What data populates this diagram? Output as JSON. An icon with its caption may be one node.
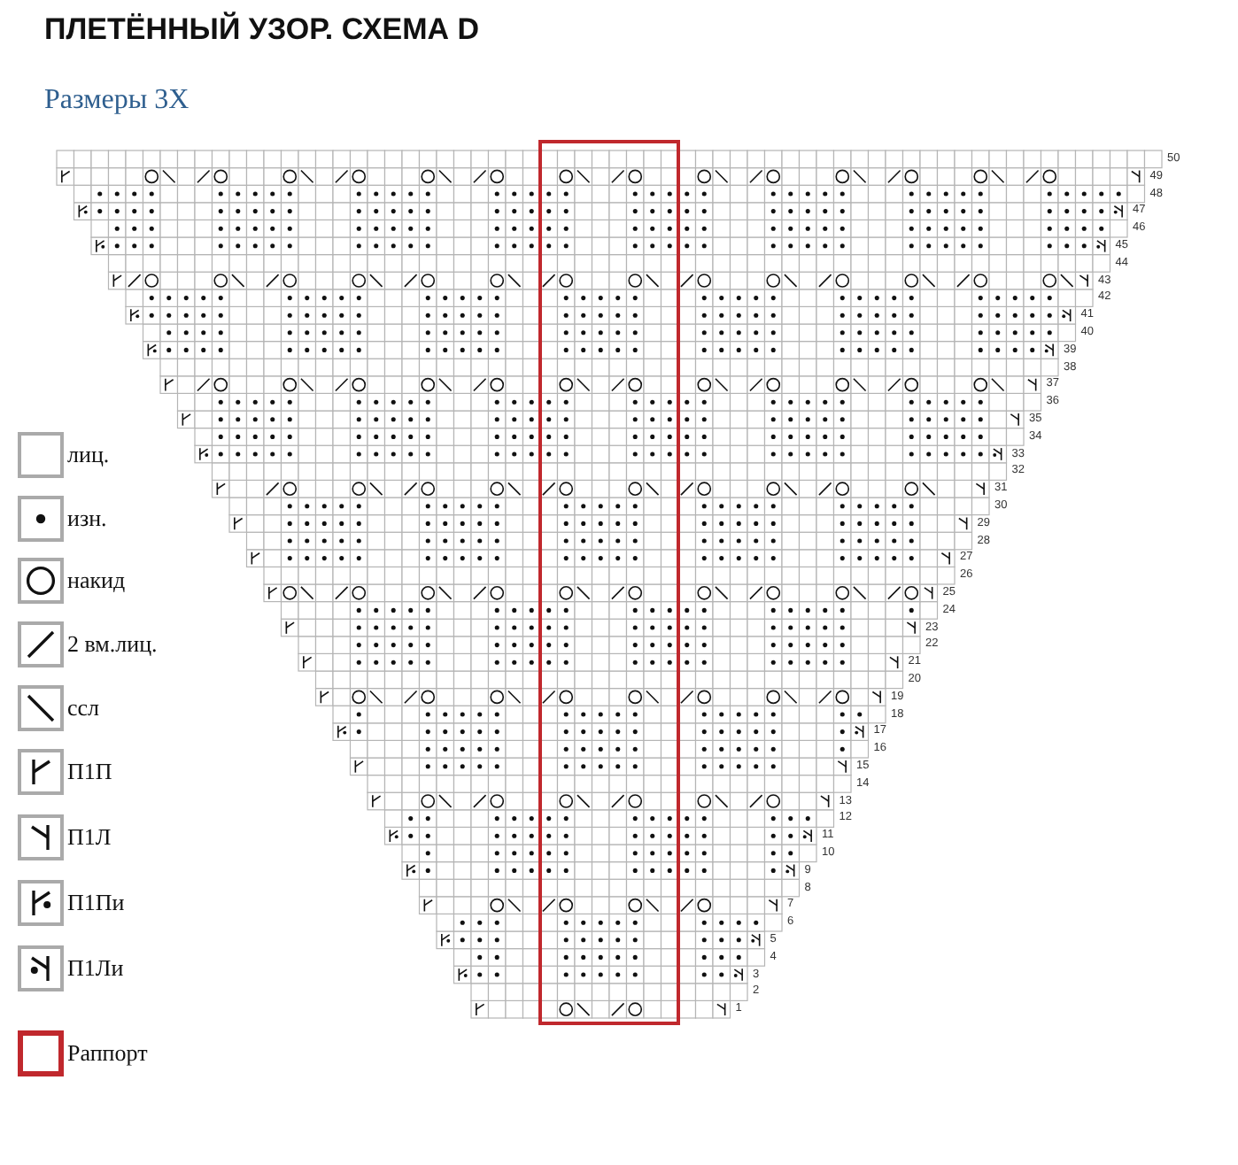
{
  "diagram": {
    "title": "ПЛЕТЁННЫЙ УЗОР. СХЕМА D",
    "labels": [
      "Размеры 3X",
      "50",
      "49",
      "48",
      "47",
      "46",
      "45",
      "44",
      "43",
      "42",
      "41",
      "40",
      "39",
      "38",
      "37",
      "36",
      "35",
      "34",
      "33",
      "32",
      "31",
      "30",
      "29",
      "28",
      "27",
      "26",
      "25",
      "24",
      "23",
      "22",
      "21",
      "20",
      "19",
      "18",
      "17",
      "16",
      "15",
      "14",
      "13",
      "12",
      "11",
      "10",
      "9",
      "8",
      "7",
      "6",
      "5",
      "4",
      "3",
      "2",
      "1"
    ],
    "legend": [
      {
        "text": "лиц."
      },
      {
        "text": "изн."
      },
      {
        "text": "накид"
      },
      {
        "text": "2 вм.лиц."
      },
      {
        "text": "ссл"
      },
      {
        "text": "П1П"
      },
      {
        "text": "П1Л"
      },
      {
        "text": "П1Пи"
      },
      {
        "text": "П1Ли"
      },
      {
        "text": "Раппорт",
        "color": "#c0282d"
      }
    ]
  }
}
